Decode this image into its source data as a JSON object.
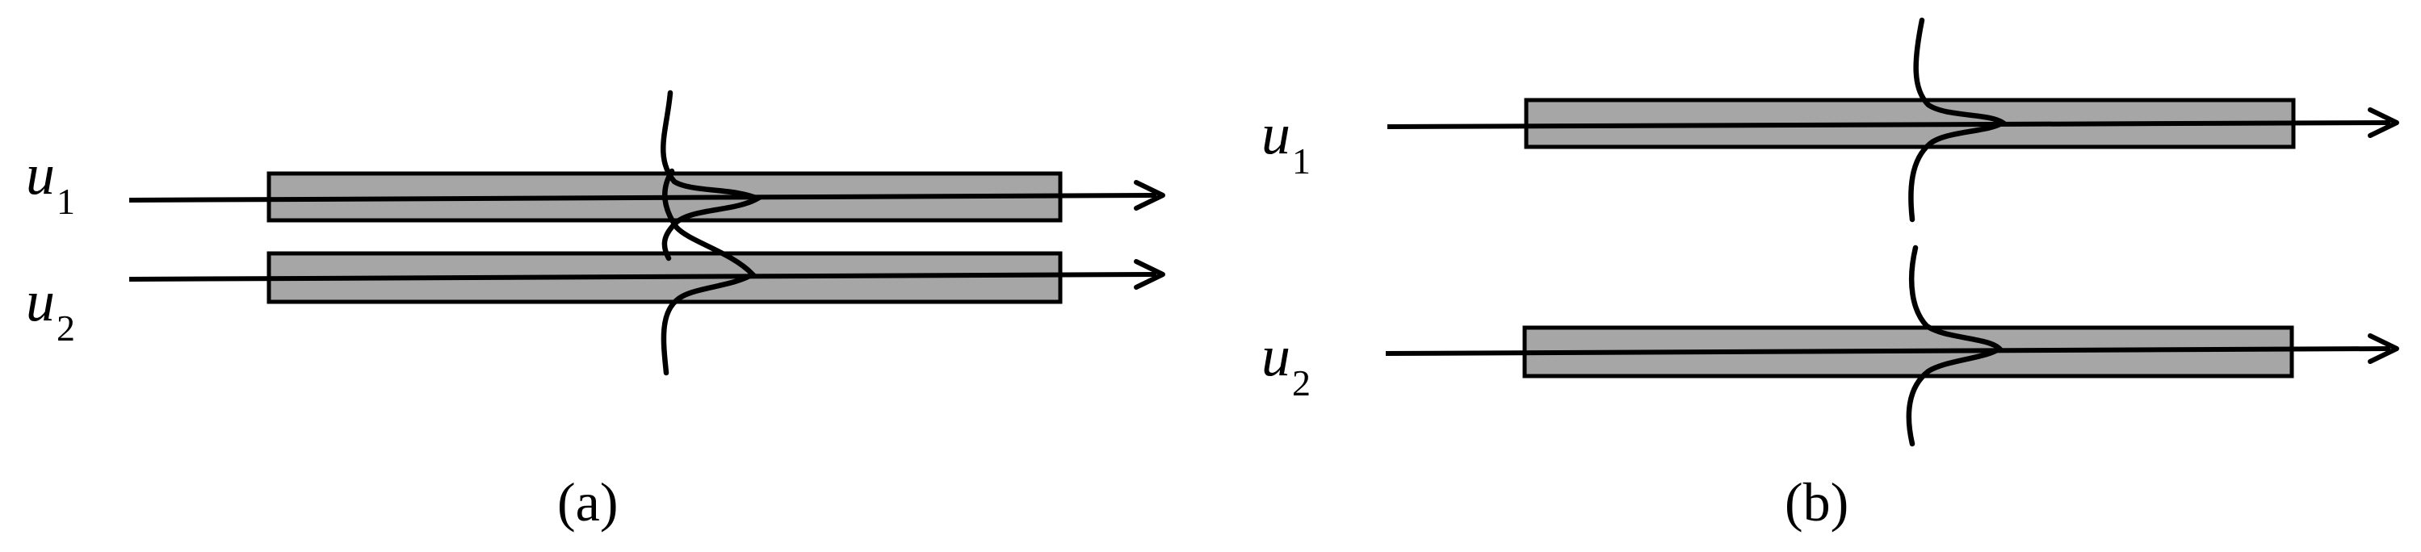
{
  "panels": [
    {
      "label": "(a)",
      "rows": [
        {
          "var": "u",
          "sub": "1"
        },
        {
          "var": "u",
          "sub": "2"
        }
      ]
    },
    {
      "label": "(b)",
      "rows": [
        {
          "var": "u",
          "sub": "1"
        },
        {
          "var": "u",
          "sub": "2"
        }
      ]
    }
  ],
  "colors": {
    "waveguide_fill": "#a6a6a6",
    "line": "#000000",
    "background": "#ffffff"
  }
}
